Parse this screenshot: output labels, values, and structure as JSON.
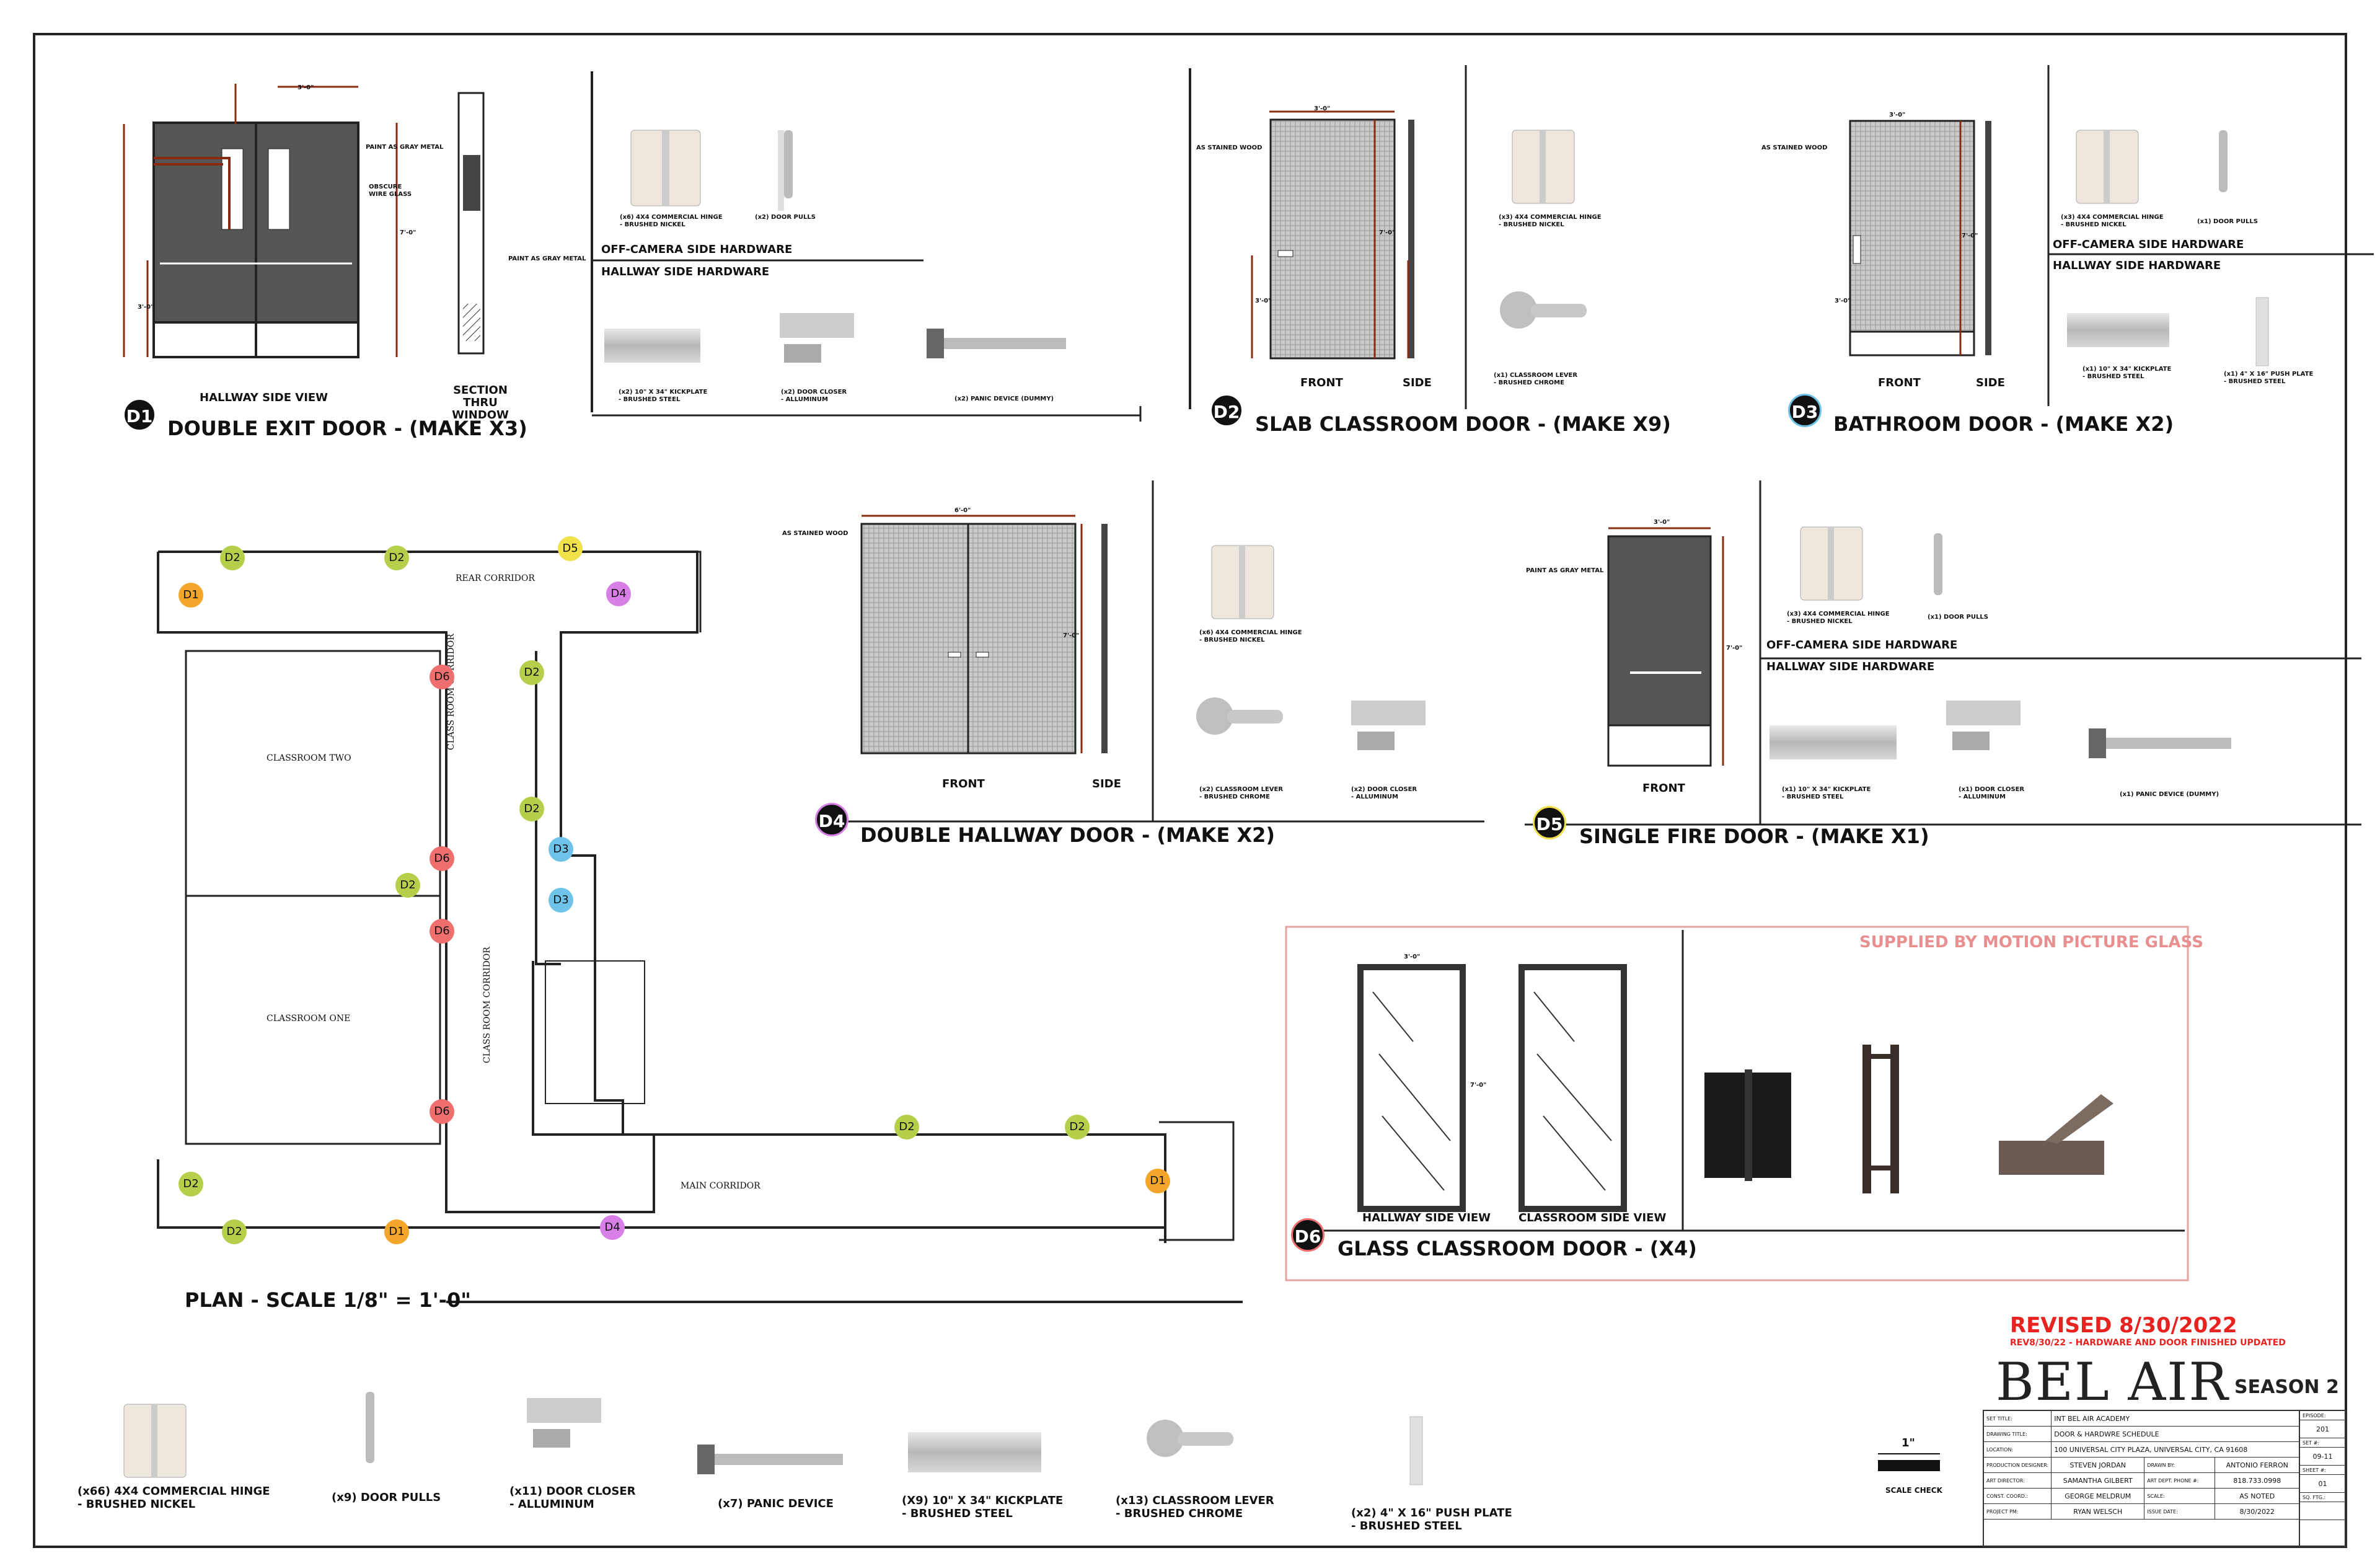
{
  "project": {
    "logo_text": "BEL AIR",
    "season": "SEASON 2",
    "revised": "REVISED  8/30/2022",
    "revision_note": "REV8/30/22 - HARDWARE AND DOOR FINISHED UPDATED"
  },
  "door_d1": {
    "badge": "D1",
    "title": "DOUBLE EXIT DOOR - (MAKE X3)",
    "view_label": "HALLWAY SIDE VIEW",
    "section_label": "SECTION THRU WINDOW",
    "note_paint": "PAINT AS GRAY METAL",
    "note_glass": "OBSCURE WIRE GLASS",
    "note_paint2": "PAINT AS GRAY METAL",
    "dim_width": "3'-0\"",
    "dim_height": "7'-0\"",
    "dim_lower": "3'-0\"",
    "hw_off_header": "OFF-CAMERA SIDE HARDWARE",
    "hw_hall_header": "HALLWAY SIDE HARDWARE",
    "hw_hinge": "(x6) 4X4 COMMERCIAL HINGE\n- BRUSHED NICKEL",
    "hw_pulls": "(x2) DOOR PULLS",
    "hw_kick": "(x2) 10\" X 34\" KICKPLATE\n- BRUSHED STEEL",
    "hw_closer": "(x2) DOOR CLOSER\n- ALLUMINUM",
    "hw_panic": "(x2) PANIC DEVICE (DUMMY)"
  },
  "door_d2": {
    "badge": "D2",
    "title": "SLAB CLASSROOM DOOR - (MAKE X9)",
    "note_wood": "AS STAINED WOOD",
    "front": "FRONT",
    "side": "SIDE",
    "dim_width": "3'-0\"",
    "dim_height": "7'-0\"",
    "dim_lower": "3'-0\"",
    "hw_hinge": "(x3) 4X4 COMMERCIAL HINGE\n- BRUSHED NICKEL",
    "hw_lever": "(x1) CLASSROOM LEVER\n- BRUSHED CHROME"
  },
  "door_d3": {
    "badge": "D3",
    "title": "BATHROOM DOOR - (MAKE X2)",
    "note_wood": "AS STAINED WOOD",
    "front": "FRONT",
    "side": "SIDE",
    "dim_width": "3'-0\"",
    "dim_height": "7'-0\"",
    "dim_lower": "3'-0\"",
    "hw_off_header": "OFF-CAMERA SIDE HARDWARE",
    "hw_hall_header": "HALLWAY SIDE HARDWARE",
    "hw_hinge": "(x3) 4X4 COMMERCIAL HINGE\n- BRUSHED NICKEL",
    "hw_pulls": "(x1) DOOR PULLS",
    "hw_kick": "(x1) 10\" X 34\" KICKPLATE\n- BRUSHED STEEL",
    "hw_push": "(x1) 4\" X 16\" PUSH PLATE\n- BRUSHED STEEL"
  },
  "door_d4": {
    "badge": "D4",
    "title": "DOUBLE HALLWAY DOOR - (MAKE X2)",
    "note_wood": "AS STAINED WOOD",
    "front": "FRONT",
    "side": "SIDE",
    "dim_width": "6'-0\"",
    "dim_height": "7'-0\"",
    "hw_hinge": "(x6) 4X4 COMMERCIAL HINGE\n- BRUSHED NICKEL",
    "hw_lever": "(x2) CLASSROOM LEVER\n- BRUSHED CHROME",
    "hw_closer": "(x2) DOOR CLOSER\n- ALLUMINUM"
  },
  "door_d5": {
    "badge": "D5",
    "title": "SINGLE FIRE DOOR - (MAKE X1)",
    "note_paint": "PAINT AS GRAY METAL",
    "front": "FRONT",
    "dim_width": "3'-0\"",
    "dim_height": "7'-0\"",
    "hw_off_header": "OFF-CAMERA SIDE HARDWARE",
    "hw_hall_header": "HALLWAY SIDE HARDWARE",
    "hw_hinge": "(x3) 4X4 COMMERCIAL HINGE\n- BRUSHED NICKEL",
    "hw_pulls": "(x1) DOOR PULLS",
    "hw_kick": "(x1) 10\" X 34\" KICKPLATE\n- BRUSHED STEEL",
    "hw_closer": "(x1) DOOR CLOSER\n- ALLUMINUM",
    "hw_panic": "(x1) PANIC DEVICE (DUMMY)"
  },
  "door_d6": {
    "badge": "D6",
    "title": "GLASS CLASSROOM DOOR - (X4)",
    "supplied": "SUPPLIED BY MOTION PICTURE GLASS",
    "hall_view": "HALLWAY SIDE VIEW",
    "class_view": "CLASSROOM SIDE VIEW",
    "dim_width": "3'-0\"",
    "dim_height": "7'-0\""
  },
  "plan": {
    "title": "PLAN - SCALE 1/8\" = 1'-0\"",
    "rooms": {
      "rear": "REAR CORRIDOR",
      "two": "CLASSROOM TWO",
      "one": "CLASSROOM ONE",
      "class1": "CLASS ROOM CORRIDOR",
      "class2": "CLASS ROOM CORRIDOR",
      "main": "MAIN CORRIDOR"
    },
    "markers": [
      {
        "t": "D1",
        "c": "#f4a62a"
      },
      {
        "t": "D2",
        "c": "#b5cf4b"
      },
      {
        "t": "D2",
        "c": "#b5cf4b"
      },
      {
        "t": "D5",
        "c": "#f2e24a"
      },
      {
        "t": "D4",
        "c": "#d77fe6"
      },
      {
        "t": "D6",
        "c": "#ef6f6f"
      },
      {
        "t": "D2",
        "c": "#b5cf4b"
      },
      {
        "t": "D2",
        "c": "#b5cf4b"
      },
      {
        "t": "D3",
        "c": "#6fc3e8"
      },
      {
        "t": "D6",
        "c": "#ef6f6f"
      },
      {
        "t": "D2",
        "c": "#b5cf4b"
      },
      {
        "t": "D6",
        "c": "#ef6f6f"
      },
      {
        "t": "D3",
        "c": "#6fc3e8"
      },
      {
        "t": "D6",
        "c": "#ef6f6f"
      },
      {
        "t": "D2",
        "c": "#b5cf4b"
      },
      {
        "t": "D2",
        "c": "#b5cf4b"
      },
      {
        "t": "D1",
        "c": "#f4a62a"
      },
      {
        "t": "D4",
        "c": "#d77fe6"
      },
      {
        "t": "D2",
        "c": "#b5cf4b"
      },
      {
        "t": "D2",
        "c": "#b5cf4b"
      },
      {
        "t": "D1",
        "c": "#f4a62a"
      }
    ]
  },
  "totals": {
    "hinge": "(x66) 4X4 COMMERCIAL HINGE\n- BRUSHED NICKEL",
    "pulls": "(x9) DOOR PULLS",
    "closer": "(x11) DOOR CLOSER\n- ALLUMINUM",
    "panic": "(x7) PANIC DEVICE",
    "kick": "(X9) 10\" X 34\" KICKPLATE\n- BRUSHED STEEL",
    "lever": "(x13) CLASSROOM LEVER\n- BRUSHED CHROME",
    "push": "(x2) 4\" X 16\" PUSH PLATE\n- BRUSHED STEEL"
  },
  "scale": {
    "inch": "1\"",
    "check": "SCALE CHECK"
  },
  "title_block": {
    "set_title_label": "SET TITLE:",
    "set_title": "INT BEL AIR ACADEMY",
    "drawing_label": "DRAWING TITLE:",
    "drawing": "DOOR & HARDWRE SCHEDULE",
    "location_label": "LOCATION:",
    "location": "100 UNIVERSAL CITY PLAZA, UNIVERSAL CITY, CA 91608",
    "pd_label": "PRODUCTION DESIGNER:",
    "pd": "STEVEN JORDAN",
    "drawn_label": "DRAWN BY:",
    "drawn": "ANTONIO FERRON",
    "ad_label": "ART DIRECTOR:",
    "ad": "SAMANTHA GILBERT",
    "dept_label": "ART DEPT. PHONE #:",
    "dept": "818.733.0998",
    "cc_label": "CONST. COORD.:",
    "cc": "GEORGE MELDRUM",
    "scale_label": "SCALE:",
    "scale": "AS NOTED",
    "pm_label": "PROJECT PM:",
    "pm": "RYAN WELSCH",
    "issue_label": "ISSUE DATE:",
    "issue": "8/30/2022",
    "episode_label": "EPISODE:",
    "episode": "201",
    "set_no_label": "SET #:",
    "set_no": "09-11",
    "sheet_label": "SHEET #:",
    "sheet": "01",
    "sq_label": "SQ. FTG.:",
    "sq": ""
  }
}
